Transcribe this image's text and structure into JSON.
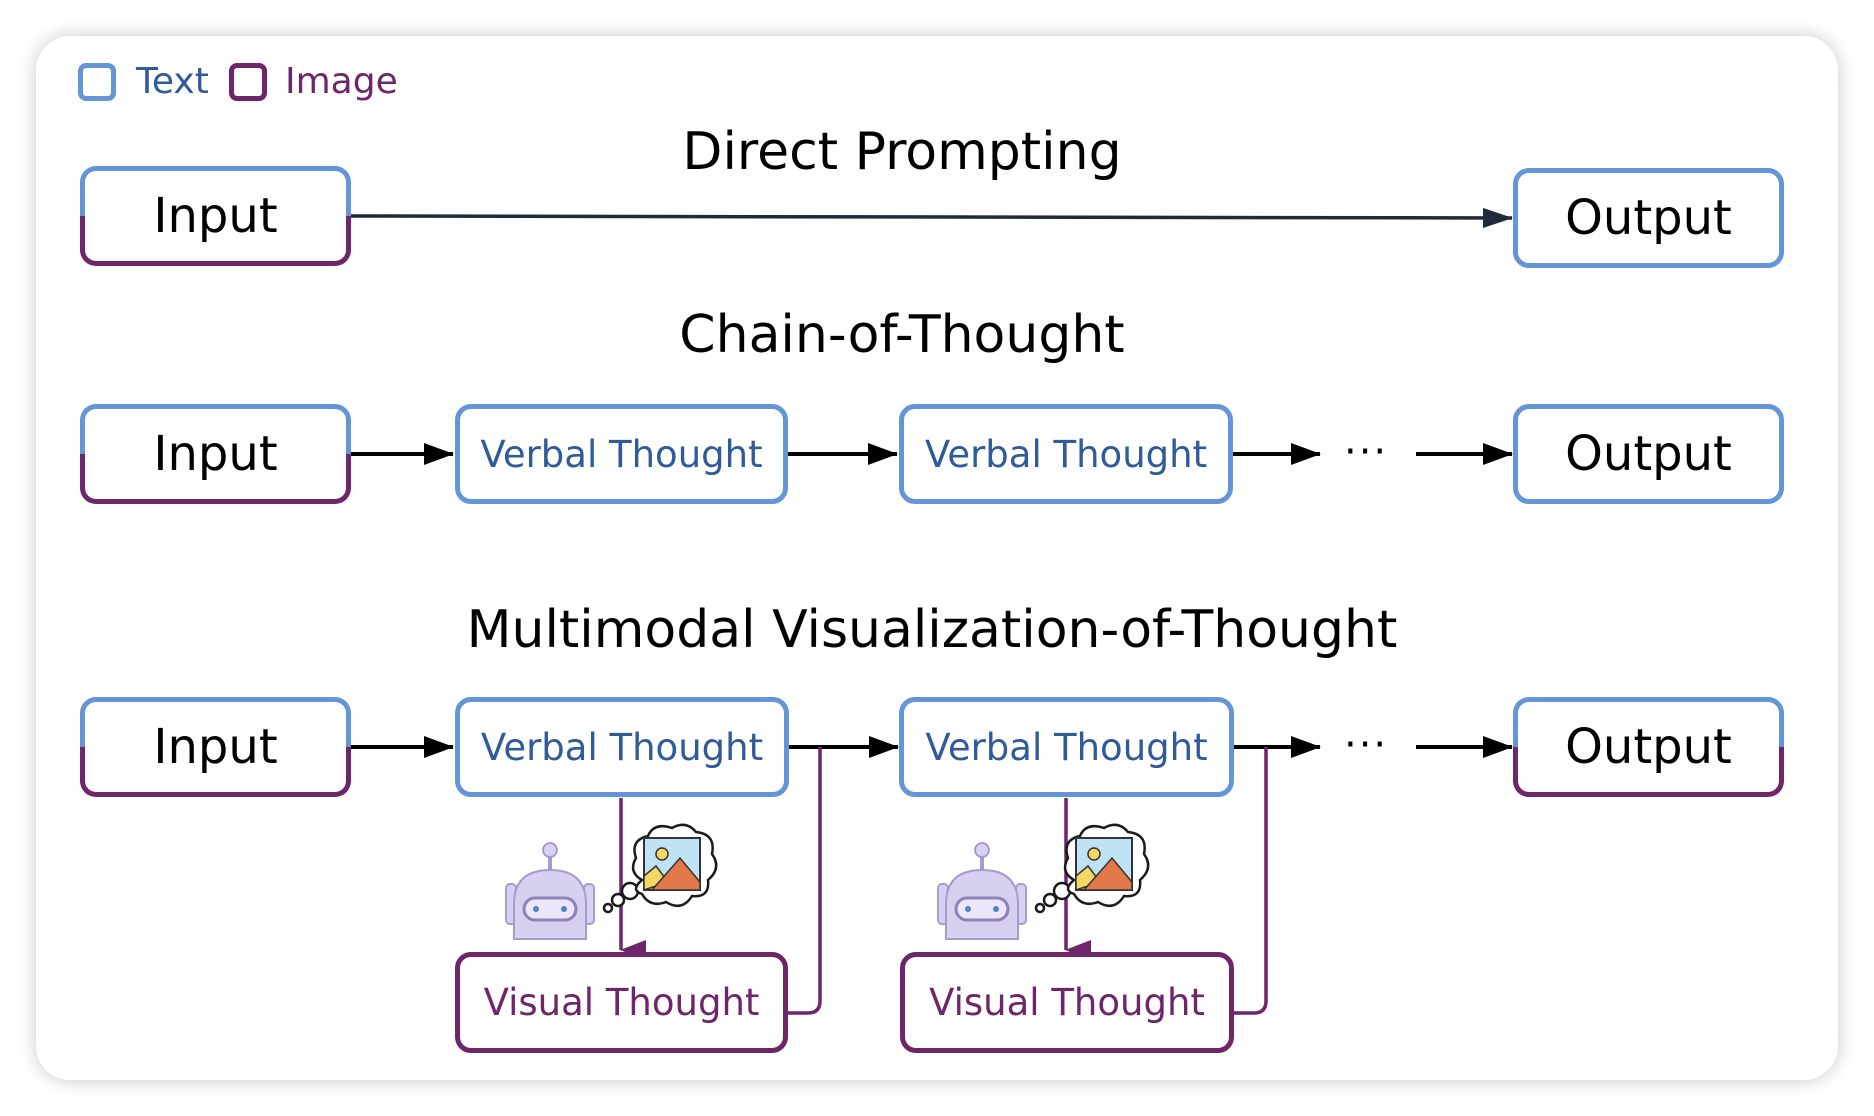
{
  "legend": {
    "items": [
      {
        "label": "Text",
        "color": "#6495d6"
      },
      {
        "label": "Image",
        "color": "#6e2569"
      }
    ]
  },
  "colors": {
    "text_modality": "#6495d6",
    "image_modality": "#6e2569",
    "arrow": "#000000",
    "verbal_text": "#2f5b9a"
  },
  "rows": [
    {
      "title": "Direct Prompting",
      "input": "Input",
      "output": "Output"
    },
    {
      "title": "Chain-of-Thought",
      "input": "Input",
      "thoughts": [
        "Verbal Thought",
        "Verbal Thought"
      ],
      "ellipsis": "···",
      "output": "Output"
    },
    {
      "title": "Multimodal Visualization-of-Thought",
      "input": "Input",
      "thoughts": [
        "Verbal Thought",
        "Verbal Thought"
      ],
      "visual_thoughts": [
        "Visual Thought",
        "Visual Thought"
      ],
      "ellipsis": "···",
      "output": "Output"
    }
  ]
}
